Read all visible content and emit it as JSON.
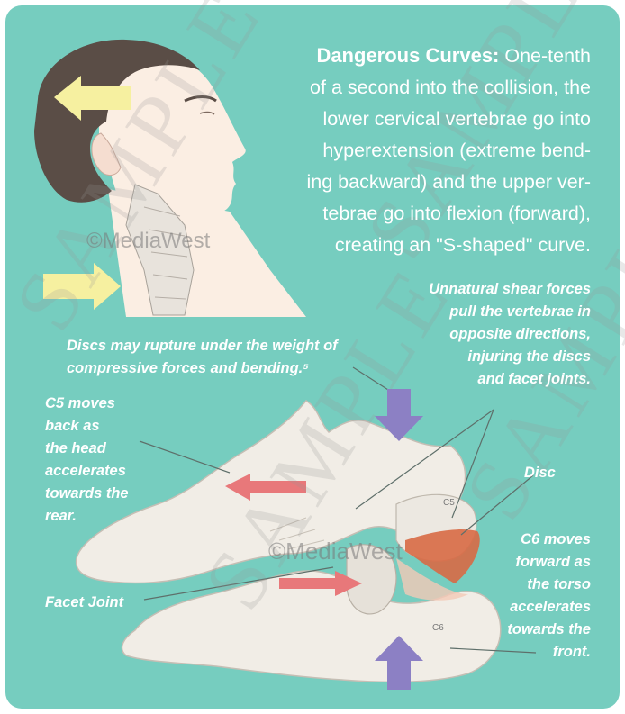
{
  "heading": {
    "title": "Dangerous Curves:",
    "lines": [
      "One-tenth",
      "of a second into the collision, the",
      "lower cervical vertebrae go into",
      "hyperextension (extreme bend-",
      "ing backward) and the upper ver-",
      "tebrae go into flexion (forward),",
      "creating an \"S-shaped\" curve."
    ]
  },
  "annotations": {
    "shear": [
      "Unnatural shear forces",
      "pull the vertebrae in",
      "opposite directions,",
      "injuring the discs",
      "and facet joints."
    ],
    "discs_rupture": [
      "Discs may rupture under the weight of",
      "compressive forces and bending.⁵"
    ],
    "c5": [
      "C5 moves",
      "back as",
      "the head",
      "accelerates",
      "towards the",
      "rear."
    ],
    "disc": "Disc",
    "c6": [
      "C6 moves",
      "forward as",
      "the torso",
      "accelerates",
      "towards the",
      "front."
    ],
    "facet_joint": "Facet Joint"
  },
  "vertebra_labels": {
    "upper": "C5",
    "lower": "C6"
  },
  "watermarks": {
    "credit": "©MediaWest",
    "sample": "SAMPLE"
  },
  "colors": {
    "background": "#76cdbf",
    "head_arrow": "#f6f0a0",
    "compression_arrow": "#8c80c4",
    "shear_arrow": "#e8787a",
    "hair": "#5a4d46",
    "skin": "#fbeee3",
    "bone": "#f1ede6",
    "disc": "#d86a45"
  }
}
